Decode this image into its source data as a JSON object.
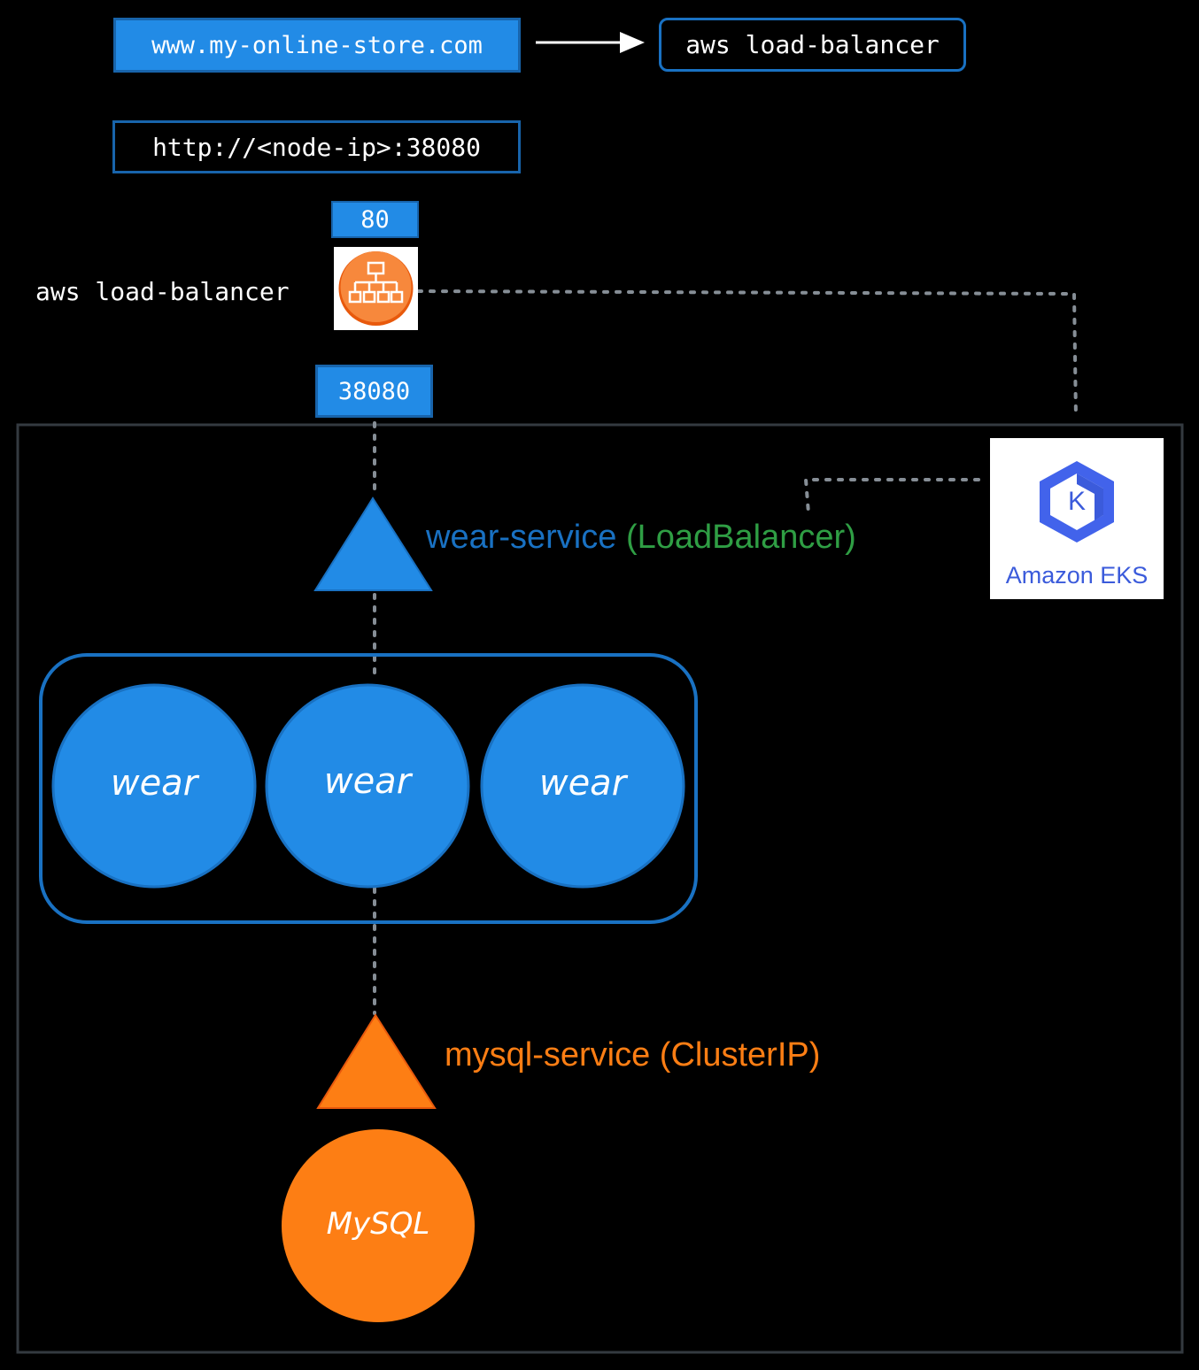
{
  "colors": {
    "background": "#000000",
    "blue": "#228be6",
    "blue_dark": "#1864ab",
    "orange": "#fd7e14",
    "green": "#2f9e44",
    "eks_blue": "#3b5bdb",
    "dotted": "#868e96",
    "frame": "#343a40"
  },
  "top": {
    "url": "www.my-online-store.com",
    "lb_label": "aws load-balancer",
    "node_url": "http://<node-ip>:38080"
  },
  "lb": {
    "port_front": "80",
    "label": "aws load-balancer",
    "port_node": "38080",
    "icon": "load-balancer-icon"
  },
  "cluster": {
    "wear_service": {
      "name": "wear-service",
      "type": "(LoadBalancer)"
    },
    "wear_pods": [
      "wear",
      "wear",
      "wear"
    ],
    "mysql_service": {
      "name": "mysql-service (ClusterIP)"
    },
    "mysql_pod": "MySQL",
    "eks": {
      "label": "Amazon EKS",
      "letter": "K",
      "icon": "kubernetes-icon"
    }
  }
}
